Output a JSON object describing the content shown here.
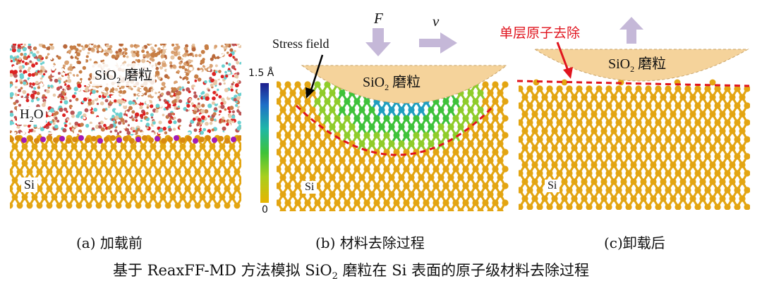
{
  "panel_a": {
    "letter": "a",
    "abrasive": "SiO",
    "abrasive_sub": "2",
    "abrasive_suffix": " 磨粒",
    "water": "H",
    "water_sub": "2",
    "water_suffix": "O",
    "substrate": "Si",
    "caption": "(a)  加载前"
  },
  "panel_b": {
    "force": "F",
    "velocity": "v",
    "stress_label": "Stress field",
    "abrasive": "SiO",
    "abrasive_sub": "2",
    "abrasive_suffix": " 磨粒",
    "colorbar_max": "1.5 Å",
    "colorbar_min": "0",
    "substrate": "Si",
    "caption": "(b)  材料去除过程"
  },
  "panel_c": {
    "removal_label": "单层原子去除",
    "abrasive": "SiO",
    "abrasive_sub": "2",
    "abrasive_suffix": " 磨粒",
    "substrate": "Si",
    "caption": "(c)卸载后"
  },
  "figure_caption": {
    "part1": "基于 ReaxFF-MD 方法模拟 SiO",
    "sub": "2",
    "part2": " 磨粒在 Si 表面的原子级材料去除过程"
  },
  "colors": {
    "silicon_atom": "#e3a512",
    "abrasive": "#f5d39b",
    "arrow": "#c5b8d8",
    "highlight_red": "#e0141e",
    "colorbar_top": "#1d1d8c",
    "colorbar_bottom": "#e8b400"
  }
}
